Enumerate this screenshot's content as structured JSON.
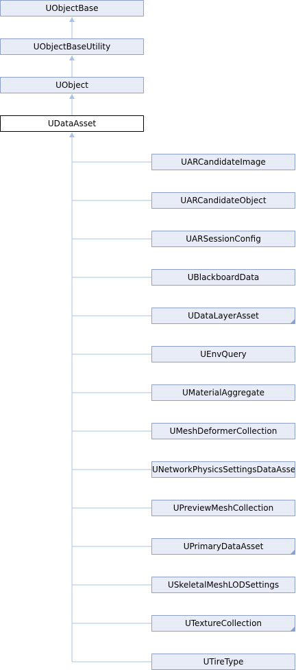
{
  "colors": {
    "edge": "#a9c3e4",
    "node_fill": "#e8ecf6",
    "node_border": "#8da0cb",
    "current_fill": "#ffffff",
    "current_border": "#000000"
  },
  "ancestors": [
    {
      "label": "UObjectBase"
    },
    {
      "label": "UObjectBaseUtility"
    },
    {
      "label": "UObject"
    }
  ],
  "current": {
    "label": "UDataAsset"
  },
  "children": [
    {
      "label": "UARCandidateImage",
      "has_more": false
    },
    {
      "label": "UARCandidateObject",
      "has_more": false
    },
    {
      "label": "UARSessionConfig",
      "has_more": false
    },
    {
      "label": "UBlackboardData",
      "has_more": false
    },
    {
      "label": "UDataLayerAsset",
      "has_more": true
    },
    {
      "label": "UEnvQuery",
      "has_more": false
    },
    {
      "label": "UMaterialAggregate",
      "has_more": false
    },
    {
      "label": "UMeshDeformerCollection",
      "has_more": false
    },
    {
      "label": "UNetworkPhysicsSettingsDataAsset",
      "has_more": false
    },
    {
      "label": "UPreviewMeshCollection",
      "has_more": false
    },
    {
      "label": "UPrimaryDataAsset",
      "has_more": true
    },
    {
      "label": "USkeletalMeshLODSettings",
      "has_more": false
    },
    {
      "label": "UTextureCollection",
      "has_more": true
    },
    {
      "label": "UTireType",
      "has_more": false
    }
  ]
}
